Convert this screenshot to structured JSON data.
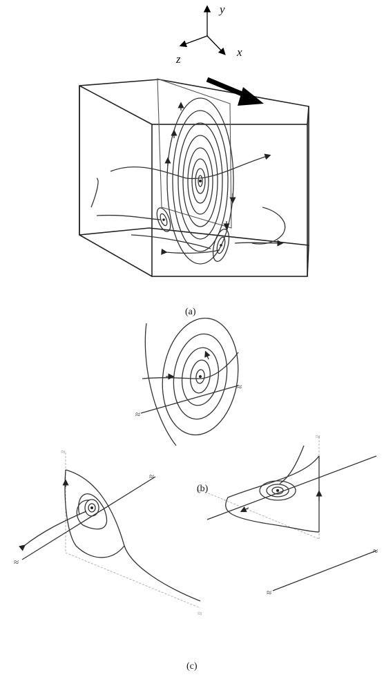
{
  "axes": {
    "x": "x",
    "y": "y",
    "z": "z"
  },
  "captions": {
    "a": "(a)",
    "b": "(b)",
    "c": "(c)"
  },
  "break_symbol": "≈",
  "colors": {
    "stroke": "#333333",
    "flow_arrow": "#000000",
    "guide": "#aaaaaa"
  },
  "icons": {
    "flow_direction": "flow-direction-arrow-icon",
    "axis_break": "axis-break-icon"
  }
}
